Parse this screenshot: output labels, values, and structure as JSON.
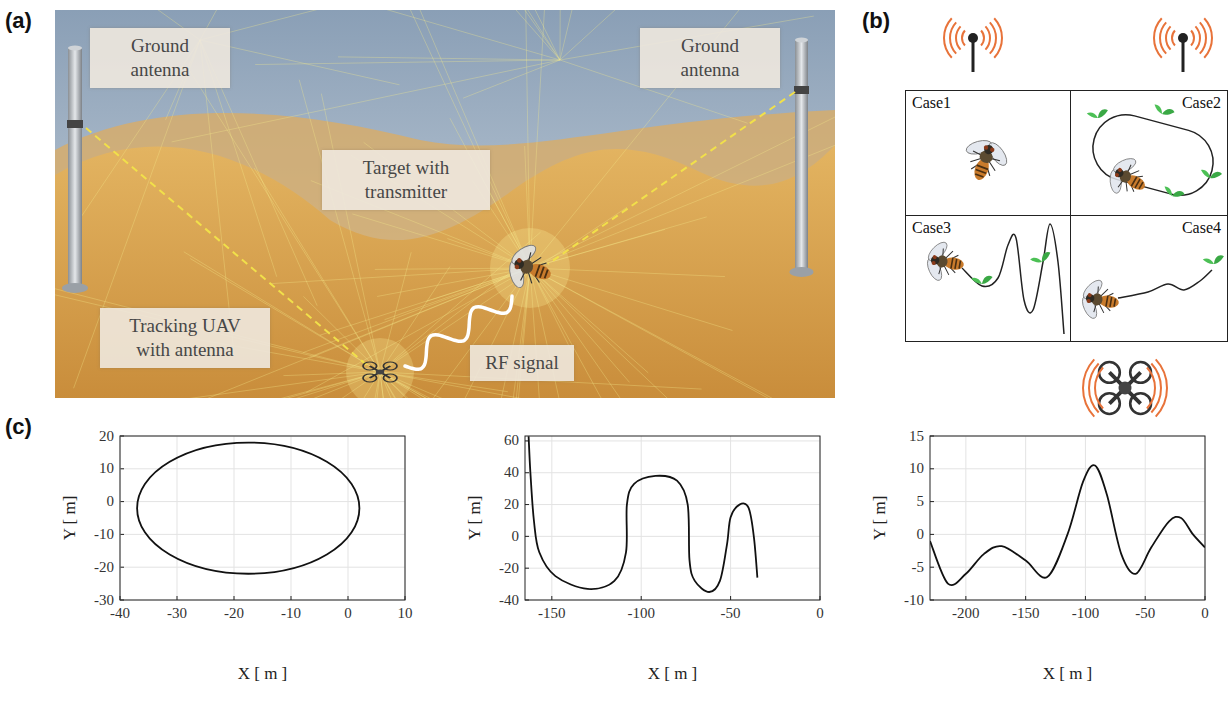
{
  "diagram": {
    "nodes": [
      {
        "text": [
          "Ground antenna"
        ]
      },
      {
        "text": [
          "Ground antenna"
        ]
      },
      {
        "text": [
          "Target with transmitter"
        ]
      },
      {
        "text": [
          "Tracking UAV with antenna"
        ]
      },
      {
        "text": [
          "RF signal"
        ]
      },
      {
        "text": [
          "Case1"
        ]
      },
      {
        "text": [
          "Case2"
        ]
      },
      {
        "text": [
          "Case3"
        ]
      },
      {
        "text": [
          "Case4"
        ]
      }
    ],
    "labels": [
      "(a)",
      "(b)",
      "(c)",
      "20",
      "10",
      "0",
      "-10",
      "-20",
      "-30",
      "-40",
      "-30",
      "-20",
      "-10",
      "0",
      "10",
      "Y [ m]",
      "X [ m ]",
      "60",
      "40",
      "20",
      "0",
      "-20",
      "-40",
      "-150",
      "-100",
      "-50",
      "0",
      "Y [ m]",
      "X [ m ]",
      "15",
      "10",
      "5",
      "0",
      "-5",
      "-10",
      "-200",
      "-150",
      "-100",
      "-50",
      "0",
      "Y [ m]",
      "X [ m ]"
    ]
  }
}
